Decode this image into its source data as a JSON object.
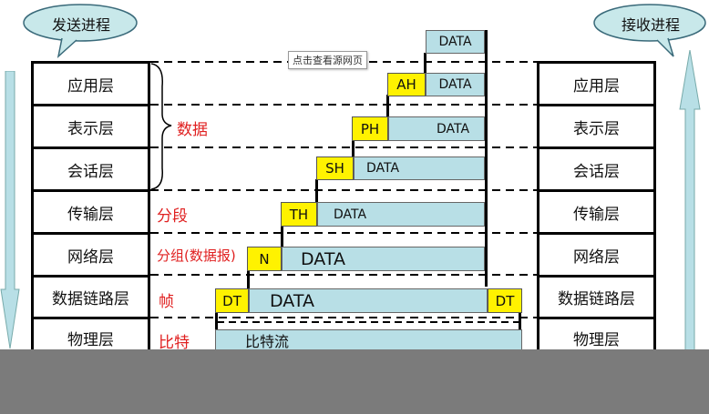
{
  "bubbles": {
    "send": "发送进程",
    "receive": "接收进程"
  },
  "layers": [
    "应用层",
    "表示层",
    "会话层",
    "传输层",
    "网络层",
    "数据链路层",
    "物理层"
  ],
  "right_layers": [
    "应用层",
    "表示层",
    "会话层",
    "传输层",
    "网络层",
    "数据链路层",
    "物理层"
  ],
  "labels": {
    "data": "数据",
    "segment": "分段",
    "packet": "分组(数据报)",
    "frame": "帧",
    "bits": "比特"
  },
  "tooltip": "点击查看源网页",
  "headers": {
    "ah": "AH",
    "ph": "PH",
    "sh": "SH",
    "th": "TH",
    "n": "N",
    "dt_left": "DT",
    "dt_right": "DT"
  },
  "pdus": {
    "app_top": "DATA",
    "app": "DATA",
    "pres": "DATA",
    "sess": "DATA",
    "trans": "DATA",
    "net": "DATA",
    "link": "DATA",
    "phys": "比特流"
  },
  "colors": {
    "header": "#fff200",
    "pdu": "#b8dfe6",
    "arrow": "#b8dfe6",
    "label": "#e02020",
    "bubble": "#c8e8ea",
    "bottom_bar": "#7b7b7b"
  }
}
